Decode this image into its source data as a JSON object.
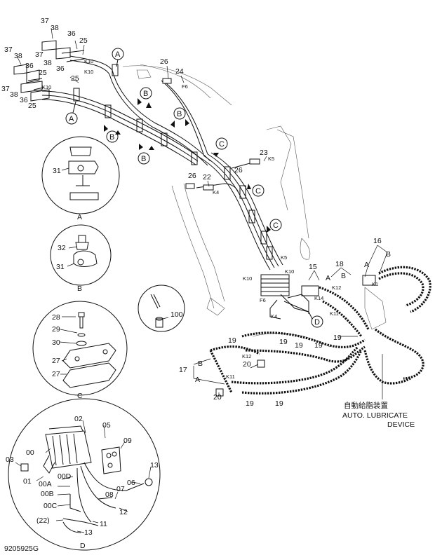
{
  "drawing_number": "9205925G",
  "caption_jp": "自動給脂装置",
  "caption_en_1": "AUTO. LUBRICATE",
  "caption_en_2": "DEVICE",
  "view_labels": {
    "A": "A",
    "B": "B",
    "C": "C",
    "D": "D"
  },
  "callouts": {
    "p37a": "37",
    "p38a": "38",
    "p36a": "36",
    "p25a": "25",
    "p37b": "37",
    "p38b": "38",
    "p36b": "36",
    "p25b": "25",
    "p37c": "37",
    "p38c": "38",
    "p36c": "36",
    "p25c": "25",
    "p37d": "37",
    "p38d": "38",
    "p36d": "36",
    "p25d": "25",
    "p26a": "26",
    "p24": "24",
    "p23": "23",
    "p26b": "26",
    "p26c": "26",
    "p22": "22",
    "p16": "16",
    "p18": "18",
    "p15": "15",
    "p19a": "19",
    "p19b": "19",
    "p19c": "19",
    "p19d": "19",
    "p19e": "19",
    "p19f": "19",
    "p19g": "19",
    "p17": "17",
    "p20a": "20",
    "p20b": "20",
    "p100": "100",
    "p31a": "31",
    "p32": "32",
    "p31b": "31",
    "p28": "28",
    "p29": "29",
    "p30": "30",
    "p27a": "27",
    "p27b": "27",
    "p02": "02",
    "p05": "05",
    "p09": "09",
    "p00": "00",
    "p03": "03",
    "p01": "01",
    "p00D": "00D",
    "p00A": "00A",
    "p00B": "00B",
    "p00C": "00C",
    "p22p": "(22)",
    "p06": "06",
    "p08": "08",
    "p07": "07",
    "p13a": "13",
    "p11": "11",
    "p12": "12",
    "p13b": "13"
  },
  "hose_labels": {
    "K10a": "K10",
    "K10b": "K10",
    "K10c": "K10",
    "F6a": "F6",
    "K5a": "K5",
    "K4a": "K4",
    "K5b": "K5",
    "K10d": "K10",
    "K10e": "K10",
    "F6b": "F6",
    "K4b": "K4",
    "K1": "K1",
    "K12a": "K12",
    "K14": "K14",
    "K11a": "K11",
    "K12b": "K12",
    "K11b": "K11"
  },
  "section_letters": {
    "A1": "A",
    "A2": "A",
    "B1": "B",
    "B2": "B",
    "B3": "B",
    "B4": "B",
    "C1": "C",
    "C2": "C",
    "C3": "C",
    "D1": "D",
    "sA16": "A",
    "sB16": "B",
    "sA18": "A",
    "sB18": "B",
    "sA17": "A",
    "sB17": "B"
  }
}
